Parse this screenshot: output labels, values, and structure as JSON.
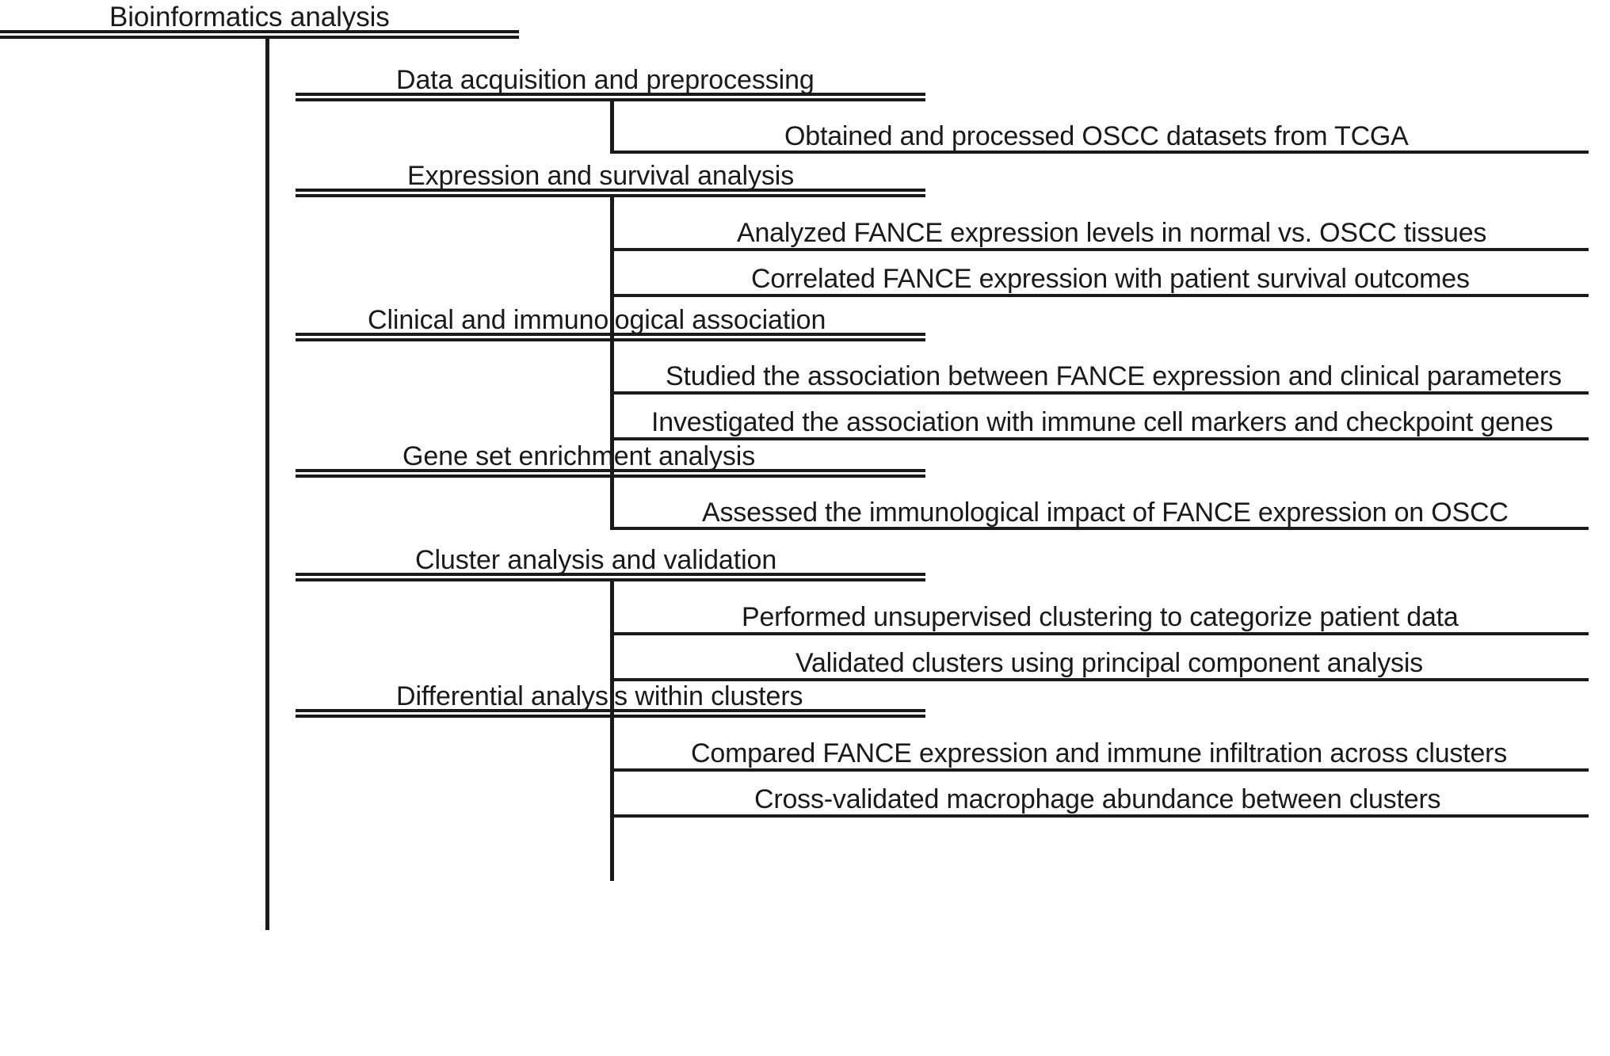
{
  "diagram": {
    "type": "hierarchical-bracket-flowchart",
    "title": "Bioinformatics analysis",
    "sections": [
      {
        "label": "Data acquisition and preprocessing",
        "items": [
          "Obtained and processed OSCC datasets from TCGA"
        ]
      },
      {
        "label": "Expression and survival analysis",
        "items": [
          "Analyzed FANCE expression levels in normal vs. OSCC tissues",
          "Correlated FANCE expression with patient survival outcomes"
        ]
      },
      {
        "label": "Clinical and immunological association",
        "items": [
          "Studied the association between FANCE expression and clinical parameters",
          "Investigated the association with immune cell markers and checkpoint genes"
        ]
      },
      {
        "label": "Gene set enrichment analysis",
        "items": [
          "Assessed the immunological impact of FANCE expression on OSCC"
        ]
      },
      {
        "label": "Cluster analysis and validation",
        "items": [
          "Performed unsupervised clustering to categorize patient data",
          "Validated clusters using principal component analysis"
        ]
      },
      {
        "label": "Differential analysis within clusters",
        "items": [
          "Compared FANCE expression and immune infiltration across clusters",
          "Cross-validated macrophage abundance between clusters"
        ]
      }
    ],
    "colors": {
      "ink": "#1a1a1a",
      "background": "#ffffff"
    }
  }
}
